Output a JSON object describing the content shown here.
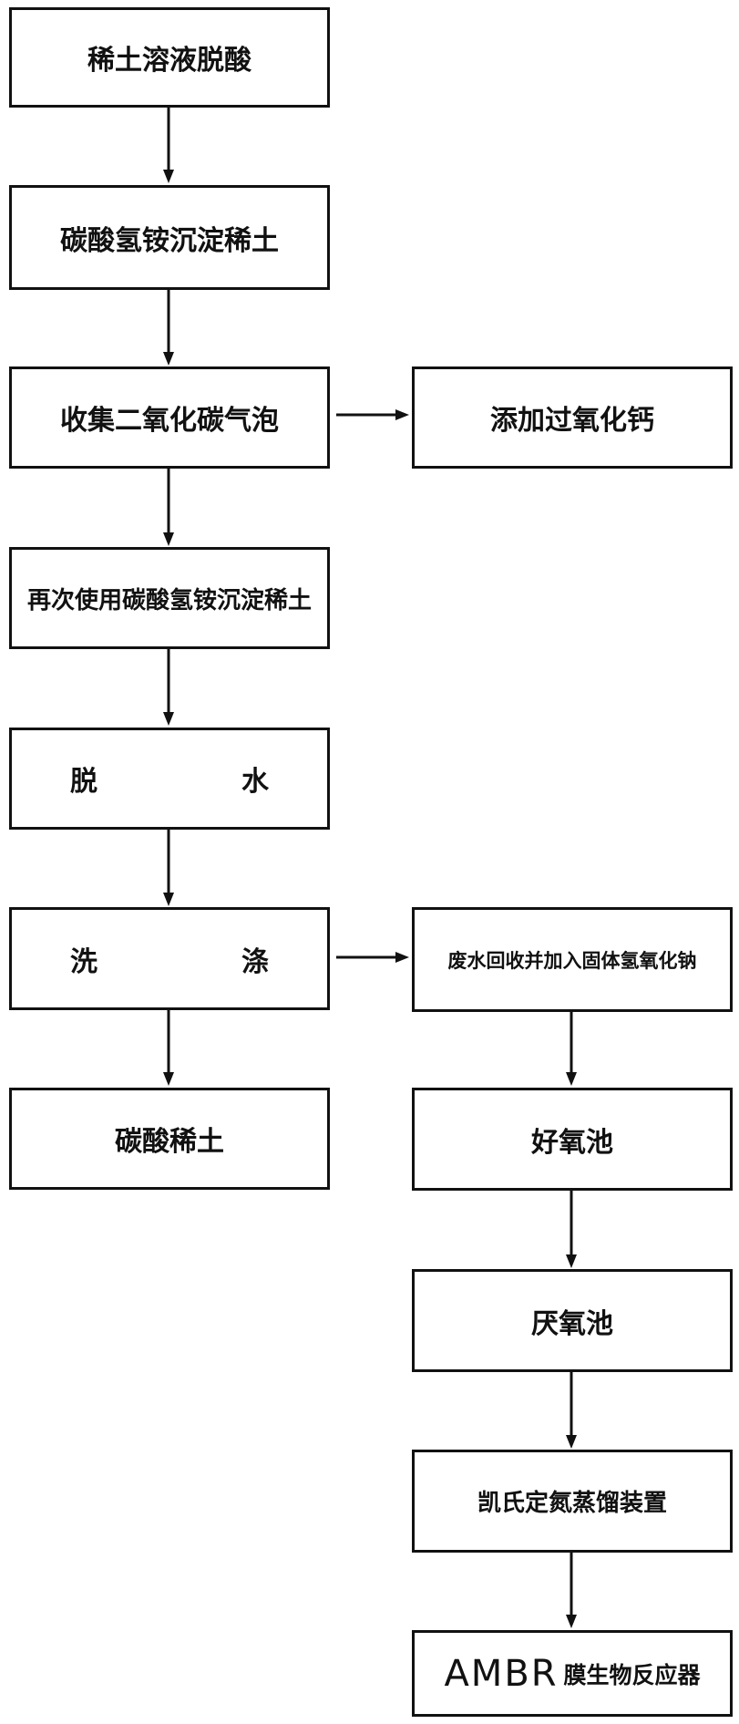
{
  "diagram": {
    "main_flow": [
      {
        "id": "n1",
        "label": "稀土溶液脱酸"
      },
      {
        "id": "n2",
        "label": "碳酸氢铵沉淀稀土"
      },
      {
        "id": "n3",
        "label": "收集二氧化碳气泡"
      },
      {
        "id": "n4",
        "label": "再次使用碳酸氢铵沉淀稀土"
      },
      {
        "id": "n5",
        "label": "脱　水"
      },
      {
        "id": "n6",
        "label": "洗　涤"
      },
      {
        "id": "n7",
        "label": "碳酸稀土"
      }
    ],
    "side_nodes": [
      {
        "id": "s1",
        "label": "添加过氧化钙"
      },
      {
        "id": "s2",
        "label": "废水回收并加入固体氢氧化钠"
      },
      {
        "id": "s3",
        "label": "好氧池"
      },
      {
        "id": "s4",
        "label": "厌氧池"
      },
      {
        "id": "s5",
        "label": "凯氏定氮蒸馏装置"
      },
      {
        "id": "s6",
        "label_latin": "AMBR",
        "label_cjk": "膜生物反应器"
      }
    ],
    "edges": [
      {
        "from": "n1",
        "to": "n2"
      },
      {
        "from": "n2",
        "to": "n3"
      },
      {
        "from": "n3",
        "to": "s1"
      },
      {
        "from": "n3",
        "to": "n4"
      },
      {
        "from": "n4",
        "to": "n5"
      },
      {
        "from": "n5",
        "to": "n6"
      },
      {
        "from": "n6",
        "to": "n7"
      },
      {
        "from": "n6",
        "to": "s2"
      },
      {
        "from": "s2",
        "to": "s3"
      },
      {
        "from": "s3",
        "to": "s4"
      },
      {
        "from": "s4",
        "to": "s5"
      },
      {
        "from": "s5",
        "to": "s6"
      }
    ],
    "colors": {
      "line": "#111111",
      "box_border": "#111111",
      "text": "#111111",
      "background": "#ffffff"
    }
  }
}
